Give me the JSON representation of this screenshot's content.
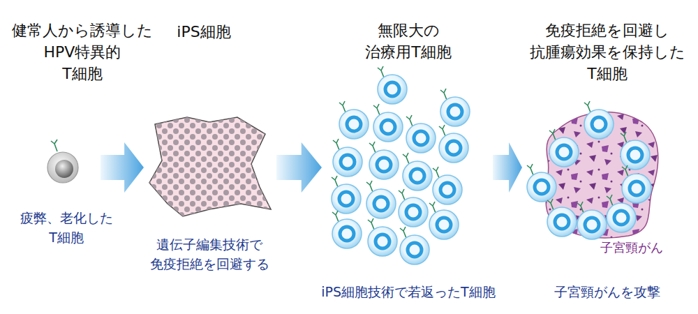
{
  "diagram": {
    "nodes": [
      {
        "text": [
          "健常人から誘導した HPV特異的 T細胞",
          "疲弊、老化した T細胞"
        ]
      },
      {
        "text": [
          "iPS細胞",
          "遺伝子編集技術で 免疫拒絶を回避する"
        ]
      },
      {
        "text": [
          "無限大の 治療用T細胞",
          "iPS細胞技術で若返ったT細胞"
        ]
      },
      {
        "text": [
          "免疫拒絶を回避し 抗腫瘍効果を保持した T細胞",
          "子宮頸がんを攻撃"
        ]
      }
    ],
    "edges": [
      {
        "from": 0,
        "to": 1,
        "arrow": "to"
      },
      {
        "from": 1,
        "to": 2,
        "arrow": "to"
      },
      {
        "from": 2,
        "to": 3,
        "arrow": "to"
      }
    ],
    "labels": [
      "子宮頸がん"
    ]
  }
}
